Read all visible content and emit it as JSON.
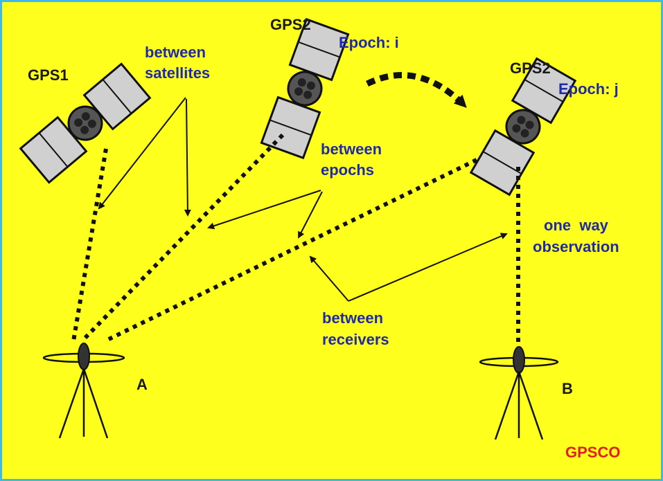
{
  "labels": {
    "gps1": "GPS1",
    "gps2_left": "GPS2",
    "epoch_i": "Epoch: i",
    "gps2_right": "GPS2",
    "epoch_j": "Epoch: j",
    "between_satellites_1": "between",
    "between_satellites_2": "satellites",
    "between_epochs_1": "between",
    "between_epochs_2": "epochs",
    "one_way_1": "one  way",
    "one_way_2": "observation",
    "between_receivers_1": "between",
    "between_receivers_2": "receivers",
    "receiver_a": "A",
    "receiver_b": "B",
    "watermark": "GPSCO"
  },
  "colors": {
    "background": "#ffff1e",
    "border": "#3fb8ea",
    "annotation": "#1f2aa8",
    "watermark": "#e02020"
  }
}
